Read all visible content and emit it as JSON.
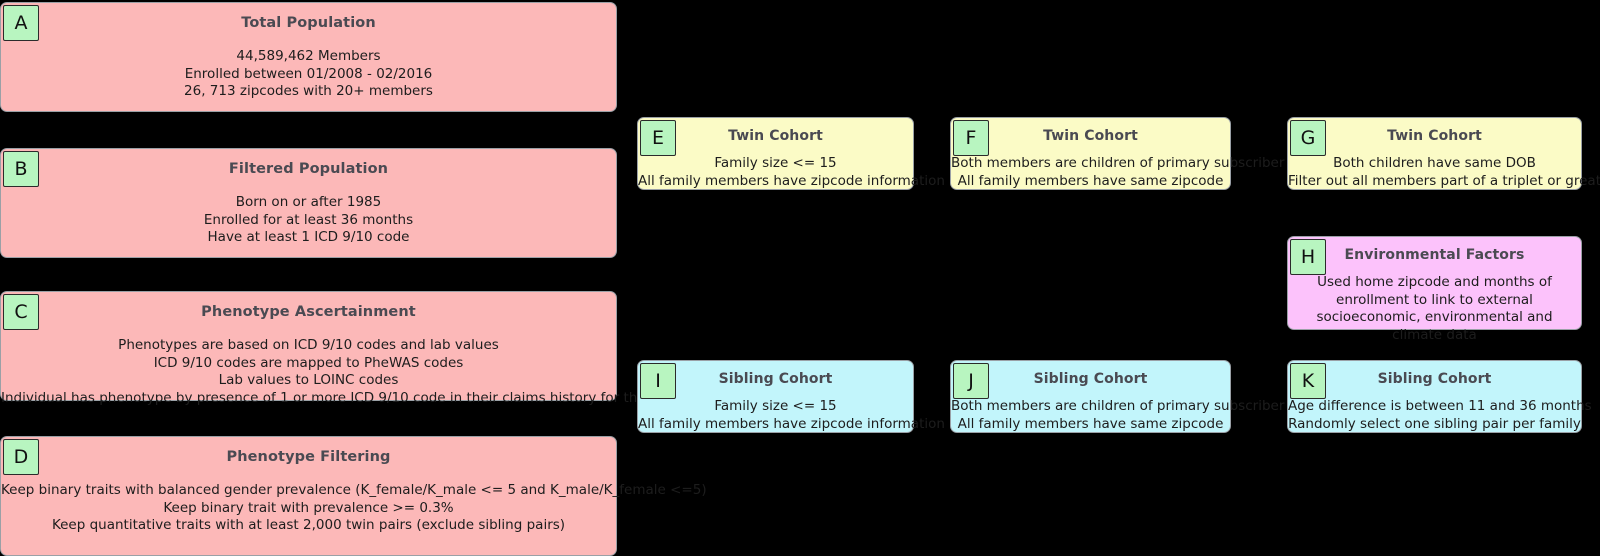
{
  "diagram": {
    "background_color": "#000000",
    "badge_color": "#b8f5c0",
    "title_color": "#4a4a52",
    "colors": {
      "population": "#fcb8b8",
      "twin": "#fbfbc6",
      "sibling": "#c2f5fb",
      "environment": "#fcc2fb"
    },
    "panels": [
      {
        "id": "A",
        "badge": "A",
        "color_name": "pink",
        "title": "Total Population",
        "lines": [
          "44,589,462 Members",
          "Enrolled between 01/2008 - 02/2016",
          "26, 713 zipcodes with 20+ members"
        ]
      },
      {
        "id": "B",
        "badge": "B",
        "color_name": "pink",
        "title": "Filtered Population",
        "lines": [
          "Born on or after 1985",
          "Enrolled for at least 36 months",
          "Have at least 1 ICD 9/10 code"
        ]
      },
      {
        "id": "C",
        "badge": "C",
        "color_name": "pink",
        "title": "Phenotype Ascertainment",
        "lines": [
          "Phenotypes are based on ICD 9/10 codes and lab values",
          "ICD 9/10 codes are mapped to PheWAS codes",
          "Lab values to LOINC codes",
          "Individual has phenotype by presence of 1 or more ICD 9/10 code in their claims history for that PheWAS code"
        ]
      },
      {
        "id": "D",
        "badge": "D",
        "color_name": "pink",
        "title": "Phenotype Filtering",
        "lines": [
          "Keep binary traits with balanced gender prevalence (K_female/K_male <= 5 and K_male/K_female <=5)",
          "Keep binary trait with prevalence >= 0.3%",
          "Keep quantitative traits with at least 2,000 twin pairs (exclude sibling pairs)"
        ]
      },
      {
        "id": "E",
        "badge": "E",
        "color_name": "yellow",
        "title": "Twin Cohort",
        "lines": [
          "Family size <= 15",
          "All family members have zipcode information"
        ]
      },
      {
        "id": "F",
        "badge": "F",
        "color_name": "yellow",
        "title": "Twin Cohort",
        "lines": [
          "Both members are children of primary subscriber",
          "All family members have same zipcode"
        ]
      },
      {
        "id": "G",
        "badge": "G",
        "color_name": "yellow",
        "title": "Twin Cohort",
        "lines": [
          "Both children have same DOB",
          "Filter out all members part of a triplet or greater"
        ]
      },
      {
        "id": "H",
        "badge": "H",
        "color_name": "violet",
        "title": "Environmental Factors",
        "lines": [
          "Used home zipcode and months of enrollment to link to external socioeconomic, environmental and climate data"
        ]
      },
      {
        "id": "I",
        "badge": "I",
        "color_name": "cyan",
        "title": "Sibling Cohort",
        "lines": [
          "Family size <= 15",
          "All family members have zipcode information"
        ]
      },
      {
        "id": "J",
        "badge": "J",
        "color_name": "cyan",
        "title": "Sibling Cohort",
        "lines": [
          "Both members are children of primary subscriber",
          "All family members have same zipcode"
        ]
      },
      {
        "id": "K",
        "badge": "K",
        "color_name": "cyan",
        "title": "Sibling Cohort",
        "lines": [
          "Age difference is between 11 and 36 months",
          "Randomly select one sibling pair per family"
        ]
      }
    ]
  }
}
